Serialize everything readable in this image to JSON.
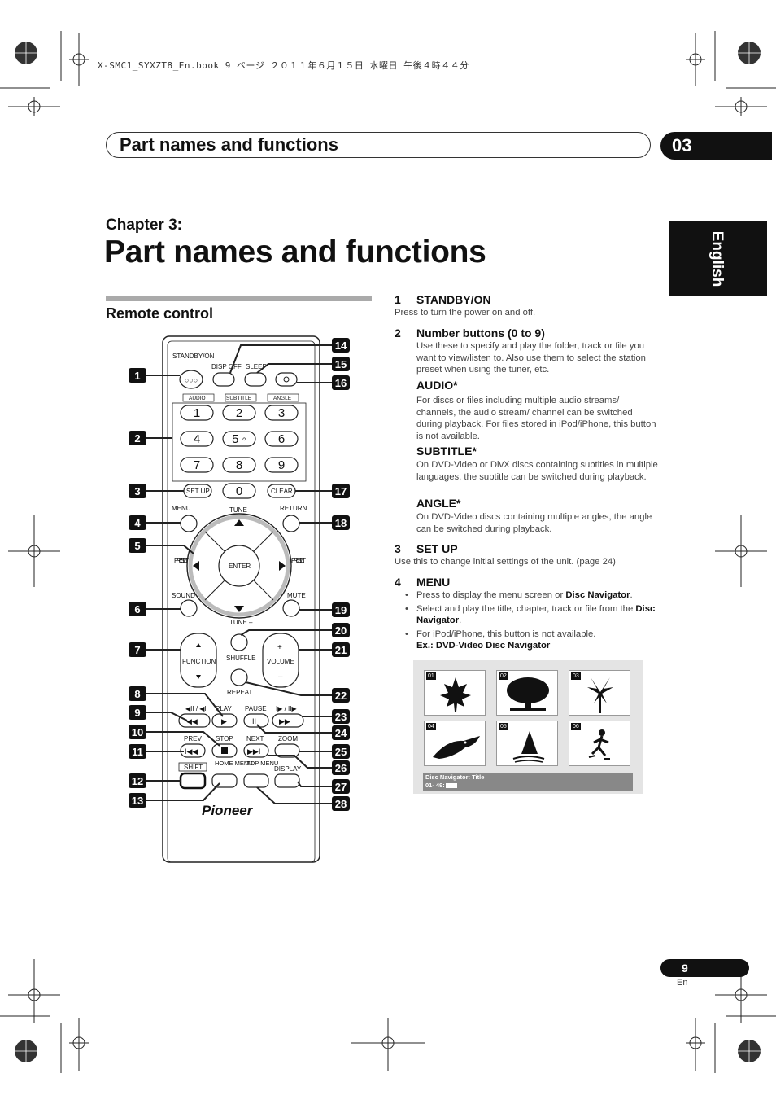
{
  "file_header": "X-SMC1_SYXZT8_En.book  9 ページ  ２０１１年６月１５日  水曜日  午後４時４４分",
  "header": {
    "title": "Part names and functions",
    "chapter_number": "03"
  },
  "side_tab": "English",
  "chapter": {
    "label": "Chapter 3:",
    "title": "Part names and functions"
  },
  "section_title": "Remote control",
  "remote": {
    "labels": {
      "standby": "STANDBY/ON",
      "disp_off": "DISP OFF",
      "sleep": "SLEEP",
      "audio": "AUDIO",
      "subtitle": "SUBTITLE",
      "angle": "ANGLE",
      "setup": "SET UP",
      "clear": "CLEAR",
      "menu": "MENU",
      "return": "RETURN",
      "tune_plus": "TUNE +",
      "tune_minus": "TUNE –",
      "enter": "ENTER",
      "preset_l": "PRE SET",
      "preset_r": "PRE SET",
      "sound": "SOUND",
      "mute": "MUTE",
      "function": "FUNCTION",
      "shuffle": "SHUFFLE",
      "volume": "VOLUME",
      "repeat": "REPEAT",
      "play": "PLAY",
      "pause": "PAUSE",
      "prev": "PREV",
      "stop": "STOP",
      "next": "NEXT",
      "zoom": "ZOOM",
      "shift": "SHIFT",
      "home_menu": "HOME MENU",
      "top_menu": "TOP MENU",
      "display": "DISPLAY",
      "brand": "Pioneer"
    },
    "digits": [
      "1",
      "2",
      "3",
      "4",
      "5",
      "6",
      "7",
      "8",
      "9",
      "0"
    ],
    "callouts_left": [
      "1",
      "2",
      "3",
      "4",
      "5",
      "6",
      "7",
      "8",
      "9",
      "10",
      "11",
      "12",
      "13"
    ],
    "callouts_right": [
      "14",
      "15",
      "16",
      "17",
      "18",
      "19",
      "20",
      "21",
      "22",
      "23",
      "24",
      "25",
      "26",
      "27",
      "28"
    ]
  },
  "items": {
    "i1": {
      "num": "1",
      "head": "STANDBY/ON",
      "text": "Press to turn the power on and off."
    },
    "i2": {
      "num": "2",
      "head": "Number buttons (0 to 9)",
      "text": "Use these to specify and play the folder, track or file you want to view/listen to. Also use them to select the station preset when using the tuner, etc."
    },
    "audio": {
      "head": "AUDIO*",
      "text": "For discs or files including multiple audio streams/ channels, the audio stream/ channel can be switched during playback. For files stored in iPod/iPhone, this button is not available."
    },
    "subtitle": {
      "head": "SUBTITLE*",
      "text": "On DVD-Video or DivX discs containing subtitles in multiple languages, the subtitle can be switched during playback."
    },
    "angle": {
      "head": "ANGLE*",
      "text": "On DVD-Video discs containing multiple angles, the angle can be switched during playback."
    },
    "i3": {
      "num": "3",
      "head": "SET UP",
      "text": "Use this to change initial settings of the unit. (page 24)"
    },
    "i4": {
      "num": "4",
      "head": "MENU",
      "b1_pre": "Press to display the menu screen or ",
      "b1_bold": "Disc Navigator",
      "b1_post": ".",
      "b2_pre": "Select and play the title, chapter, track or file from the ",
      "b2_bold": "Disc Navigator",
      "b2_post": ".",
      "b3": "For iPod/iPhone, this button is not available.",
      "ex": "Ex.: DVD-Video Disc Navigator"
    }
  },
  "navigator": {
    "thumbs": [
      "01",
      "02",
      "03",
      "04",
      "05",
      "06"
    ],
    "thumb_icons": [
      "maple-leaf-icon",
      "tree-icon",
      "lily-icon",
      "toucan-icon",
      "windsurfer-icon",
      "skater-icon"
    ],
    "bar_line1": "Disc Navigator: Title",
    "bar_line2": "01- 49:"
  },
  "footer": {
    "page": "9",
    "lang": "En"
  }
}
